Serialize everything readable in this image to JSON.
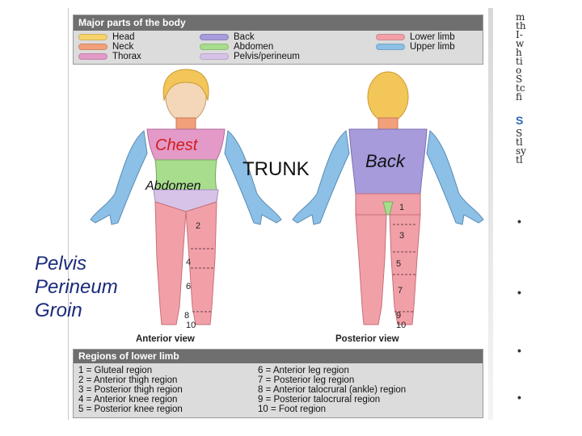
{
  "legend": {
    "title": "Major parts of the body",
    "items": [
      {
        "label": "Head",
        "color": "#f6d36a"
      },
      {
        "label": "Neck",
        "color": "#f2a07a"
      },
      {
        "label": "Thorax",
        "color": "#e39ac8"
      },
      {
        "label": "Back",
        "color": "#a79bdc"
      },
      {
        "label": "Abdomen",
        "color": "#a7dd8c"
      },
      {
        "label": "Pelvis/perineum",
        "color": "#d7c3e8"
      },
      {
        "label": "Lower limb",
        "color": "#f2a0a8"
      },
      {
        "label": "Upper limb",
        "color": "#8cc0e6"
      }
    ]
  },
  "labels": {
    "chest": "Chest",
    "abdomen": "Abdomen",
    "trunk": "TRUNK",
    "back": "Back",
    "groin_lines": [
      "Pelvis",
      "Perineum",
      "Groin"
    ]
  },
  "views": {
    "anterior": "Anterior view",
    "posterior": "Posterior view"
  },
  "numbers": {
    "anterior": [
      "2",
      "4",
      "6",
      "8",
      "10"
    ],
    "posterior": [
      "1",
      "3",
      "5",
      "7",
      "9",
      "10"
    ]
  },
  "regions": {
    "title": "Regions of lower limb",
    "left": [
      "1 = Gluteal region",
      "2 = Anterior thigh region",
      "3 = Posterior thigh region",
      "4 = Anterior knee region",
      "5 = Posterior knee region"
    ],
    "right": [
      "6 = Anterior leg region",
      "7 = Posterior leg region",
      "8 = Anterior talocrural (ankle) region",
      "9 = Posterior talocrural region",
      "10 = Foot region"
    ]
  },
  "side_text": {
    "lines": [
      "m",
      "th",
      "I-",
      "w",
      "h",
      "ti",
      "o",
      "S",
      "tc",
      "fi"
    ],
    "heading": "S",
    "lines2": [
      "S",
      "tl",
      "sy",
      "tl"
    ],
    "bullets": [
      "•",
      "•",
      "•",
      "•"
    ]
  }
}
